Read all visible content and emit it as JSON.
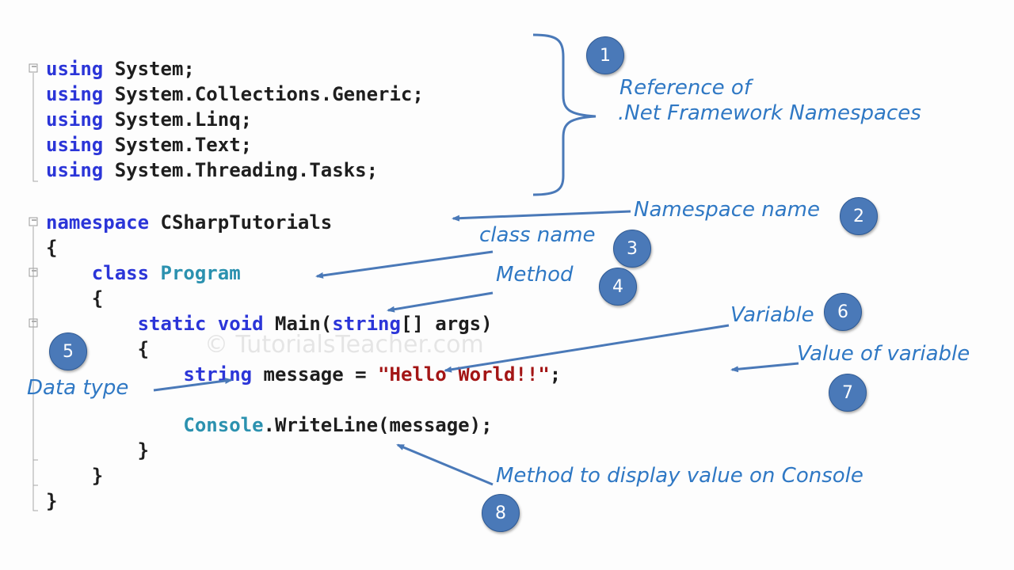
{
  "code": {
    "lines": [
      {
        "parts": [
          {
            "t": "using",
            "c": "kw"
          },
          {
            "t": " System;",
            "c": "txt"
          }
        ]
      },
      {
        "parts": [
          {
            "t": "using",
            "c": "kw"
          },
          {
            "t": " System.Collections.Generic;",
            "c": "txt"
          }
        ]
      },
      {
        "parts": [
          {
            "t": "using",
            "c": "kw"
          },
          {
            "t": " System.Linq;",
            "c": "txt"
          }
        ]
      },
      {
        "parts": [
          {
            "t": "using",
            "c": "kw"
          },
          {
            "t": " System.Text;",
            "c": "txt"
          }
        ]
      },
      {
        "parts": [
          {
            "t": "using",
            "c": "kw"
          },
          {
            "t": " System.Threading.Tasks;",
            "c": "txt"
          }
        ]
      },
      {
        "parts": [
          {
            "t": "namespace",
            "c": "kw"
          },
          {
            "t": " CSharpTutorials",
            "c": "txt"
          }
        ]
      },
      {
        "parts": [
          {
            "t": "{",
            "c": "txt"
          }
        ]
      },
      {
        "parts": [
          {
            "t": "    ",
            "c": "txt"
          },
          {
            "t": "class",
            "c": "kw"
          },
          {
            "t": " ",
            "c": "txt"
          },
          {
            "t": "Program",
            "c": "tp"
          }
        ]
      },
      {
        "parts": [
          {
            "t": "    {",
            "c": "txt"
          }
        ]
      },
      {
        "parts": [
          {
            "t": "        ",
            "c": "txt"
          },
          {
            "t": "static",
            "c": "kw"
          },
          {
            "t": " ",
            "c": "txt"
          },
          {
            "t": "void",
            "c": "kw"
          },
          {
            "t": " Main(",
            "c": "txt"
          },
          {
            "t": "string",
            "c": "kw"
          },
          {
            "t": "[] args)",
            "c": "txt"
          }
        ]
      },
      {
        "parts": [
          {
            "t": "        {",
            "c": "txt"
          }
        ]
      },
      {
        "parts": [
          {
            "t": "            ",
            "c": "txt"
          },
          {
            "t": "string",
            "c": "kw"
          },
          {
            "t": " message = ",
            "c": "txt"
          },
          {
            "t": "\"Hello World!!\"",
            "c": "str"
          },
          {
            "t": ";",
            "c": "txt"
          }
        ]
      },
      {
        "parts": [
          {
            "t": "",
            "c": "txt"
          }
        ]
      },
      {
        "parts": [
          {
            "t": "            ",
            "c": "txt"
          },
          {
            "t": "Console",
            "c": "tp"
          },
          {
            "t": ".WriteLine(message);",
            "c": "txt"
          }
        ]
      },
      {
        "parts": [
          {
            "t": "        }",
            "c": "txt"
          }
        ]
      },
      {
        "parts": [
          {
            "t": "    }",
            "c": "txt"
          }
        ]
      },
      {
        "parts": [
          {
            "t": "}",
            "c": "txt"
          }
        ]
      }
    ]
  },
  "annotations": {
    "a1": "Reference of",
    "a1b": ".Net Framework Namespaces",
    "a2": "Namespace name",
    "a3": "class name",
    "a4": "Method",
    "a5": "Data type",
    "a6": "Variable",
    "a7": "Value of variable",
    "a8": "Method to display value on Console"
  },
  "badges": {
    "b1": "1",
    "b2": "2",
    "b3": "3",
    "b4": "4",
    "b5": "5",
    "b6": "6",
    "b7": "7",
    "b8": "8"
  },
  "watermark": "© TutorialsTeacher.com",
  "colors": {
    "keyword": "#2b35d8",
    "type": "#2b91af",
    "string": "#a31515",
    "annotation": "#2f78c4",
    "badge": "#4a79b8"
  }
}
